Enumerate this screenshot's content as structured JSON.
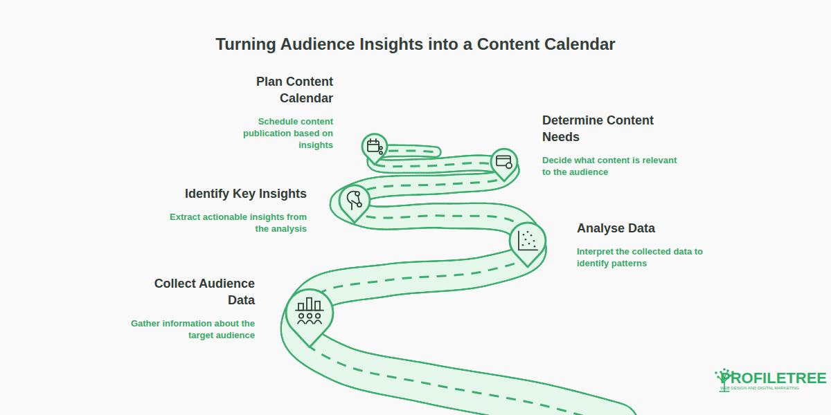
{
  "diagram": {
    "title": "Turning Audience Insights into a Content Calendar",
    "nodes": [
      {
        "text": [
          "Plan Content Calendar",
          "Schedule content publication based on insights"
        ]
      },
      {
        "text": [
          "Determine Content Needs",
          "Decide what content is relevant to the audience"
        ]
      },
      {
        "text": [
          "Identify Key Insights",
          "Extract actionable insights from the analysis"
        ]
      },
      {
        "text": [
          "Analyse Data",
          "Interpret the collected data to identify patterns"
        ]
      },
      {
        "text": [
          "Collect Audience Data",
          "Gather information about the target audience"
        ]
      }
    ],
    "labels": [
      "PROFILETREE",
      "WEB DESIGN AND DIGITAL MARKETING"
    ]
  }
}
